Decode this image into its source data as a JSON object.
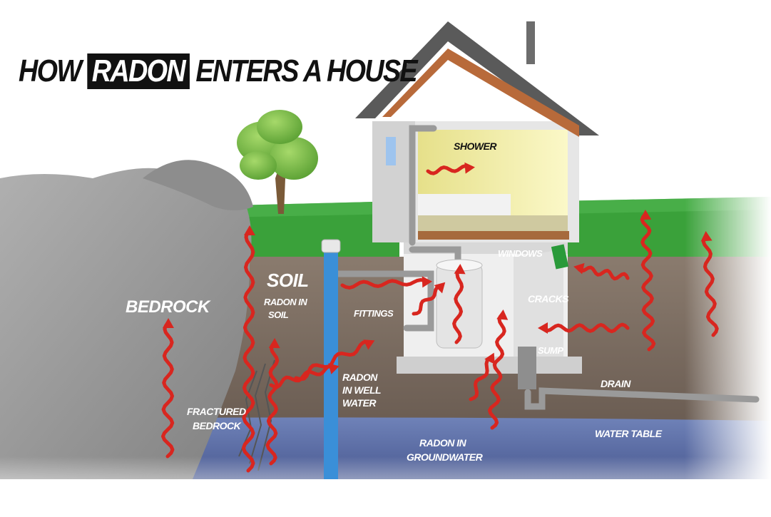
{
  "title": {
    "before": "HOW",
    "highlight": "RADON",
    "after": "ENTERS A HOUSE"
  },
  "labels": {
    "shower": "SHOWER",
    "windows": "WINDOWS",
    "soil": "SOIL",
    "radon_in_soil_1": "RADON IN",
    "radon_in_soil_2": "SOIL",
    "bedrock": "BEDROCK",
    "fittings": "FITTINGS",
    "cracks": "CRACKS",
    "sump": "SUMP",
    "drain": "DRAIN",
    "fractured_1": "FRACTURED",
    "fractured_2": "BEDROCK",
    "well_1": "RADON",
    "well_2": "IN WELL",
    "well_3": "WATER",
    "groundwater_1": "RADON IN",
    "groundwater_2": "GROUNDWATER",
    "water_table": "WATER TABLE"
  },
  "colors": {
    "sky": "#ffffff",
    "grass": "#3aa13a",
    "soil": "#7a6b60",
    "bedrock": "#9a9a9a",
    "water": "#5a6fa8",
    "radon_arrow": "#d8261f",
    "house_wall": "#e8e8e8",
    "roof": "#5e5e5e",
    "roof_trim": "#b86a3a",
    "room_light": "#f4f0a0",
    "well_pipe": "#3a8fd8"
  }
}
